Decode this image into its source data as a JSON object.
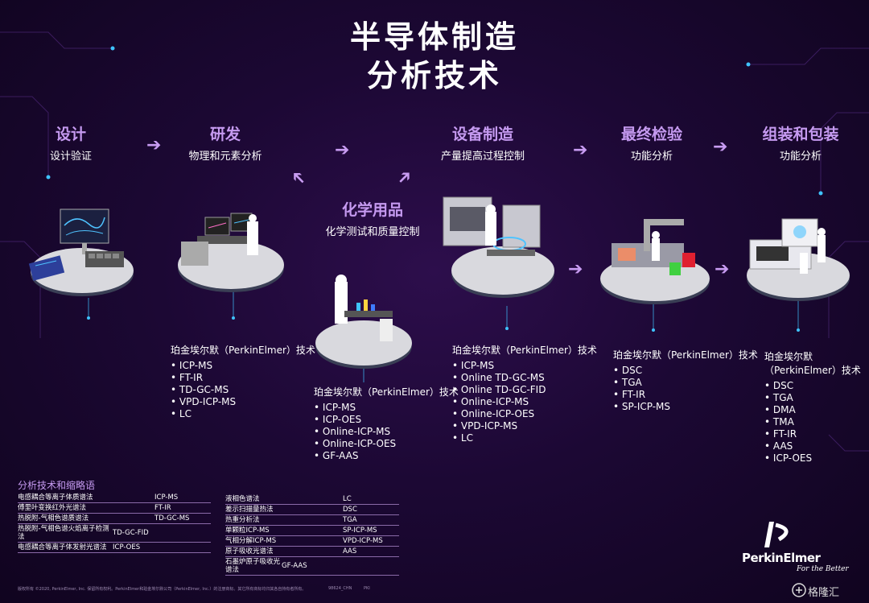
{
  "title": [
    "半导体制造",
    "分析技术"
  ],
  "stages": [
    {
      "title": "设计",
      "subtitle": "设计验证"
    },
    {
      "title": "研发",
      "subtitle": "物理和元素分析"
    },
    {
      "title": "化学用品",
      "subtitle": "化学测试和质量控制"
    },
    {
      "title": "设备制造",
      "subtitle": "产量提高过程控制"
    },
    {
      "title": "最终检验",
      "subtitle": "功能分析"
    },
    {
      "title": "组装和包装",
      "subtitle": "功能分析"
    }
  ],
  "tech_lists": [
    {
      "heading": "珀金埃尔默（PerkinElmer）技术",
      "items": [
        "ICP-MS",
        "FT-IR",
        "TD-GC-MS",
        "VPD-ICP-MS",
        "LC"
      ]
    },
    {
      "heading": "珀金埃尔默（PerkinElmer）技术",
      "items": [
        "ICP-MS",
        "ICP-OES",
        "Online-ICP-MS",
        "Online-ICP-OES",
        "GF-AAS"
      ]
    },
    {
      "heading": "珀金埃尔默（PerkinElmer）技术",
      "items": [
        "ICP-MS",
        "Online TD-GC-MS",
        "Online TD-GC-FID",
        "Online-ICP-MS",
        "Online-ICP-OES",
        "VPD-ICP-MS",
        "LC"
      ]
    },
    {
      "heading": "珀金埃尔默（PerkinElmer）技术",
      "items": [
        "DSC",
        "TGA",
        "FT-IR",
        "SP-ICP-MS"
      ]
    },
    {
      "heading1": "珀金埃尔默",
      "heading2": "（PerkinElmer）技术",
      "items": [
        "DSC",
        "TGA",
        "DMA",
        "TMA",
        "FT-IR",
        "AAS",
        "ICP-OES"
      ]
    }
  ],
  "glossary": {
    "title": "分析技术和缩略语",
    "left": [
      {
        "name": "电感耦合等离子体质谱法",
        "abbr": "ICP-MS"
      },
      {
        "name": "傅里叶变换红外光谱法",
        "abbr": "FT-IR"
      },
      {
        "name": "热脱附-气相色谱质谱法",
        "abbr": "TD-GC-MS"
      },
      {
        "name": "热脱附-气相色谱火焰离子检测法",
        "abbr": "TD-GC-FID"
      },
      {
        "name": "电感耦合等离子体发射光谱法",
        "abbr": "ICP-OES"
      }
    ],
    "right": [
      {
        "name": "液相色谱法",
        "abbr": "LC"
      },
      {
        "name": "差示扫描量热法",
        "abbr": "DSC"
      },
      {
        "name": "热重分析法",
        "abbr": "TGA"
      },
      {
        "name": "单颗粒ICP-MS",
        "abbr": "SP-ICP-MS"
      },
      {
        "name": "气相分解ICP-MS",
        "abbr": "VPD-ICP-MS"
      },
      {
        "name": "原子吸收光谱法",
        "abbr": "AAS"
      },
      {
        "name": "石墨炉原子吸收光谱法",
        "abbr": "GF-AAS"
      }
    ]
  },
  "footnote": "版权所有 ©2020, PerkinElmer, Inc. 保留所有权利。PerkinElmer和珀金埃尔默公司（PerkinElmer, Inc.）的注册商标。其它所有商标均归其各自持有者所有。",
  "footnote_code": "98624_CHN",
  "footnote_tag": "PKI",
  "logo": {
    "name": "PerkinElmer",
    "tagline": "For the Better"
  },
  "watermark": "格隆汇",
  "colors": {
    "accent": "#c59af0",
    "arrow": "#c89cf2",
    "platform": "#d9d9de",
    "background": "#1c0834"
  }
}
